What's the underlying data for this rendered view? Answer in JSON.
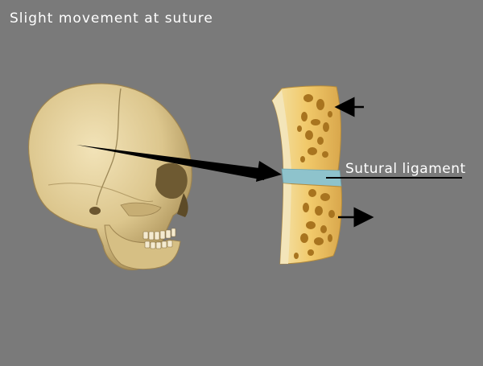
{
  "title": "Slight movement at suture",
  "ligament_label": "Sutural ligament",
  "colors": {
    "background": "#7a7a7a",
    "bone": "#e6d29a",
    "bone_shadow": "#b89d5a",
    "marrow": "#f0b84a",
    "pore": "#a8741f",
    "ligament": "#8ec3cc",
    "arrow": "#000000",
    "text": "#ffffff"
  },
  "icons": [
    "skull-illustration",
    "bone-section-illustration",
    "arrow-left-icon",
    "arrow-right-icon",
    "pointer-arrow-icon"
  ]
}
